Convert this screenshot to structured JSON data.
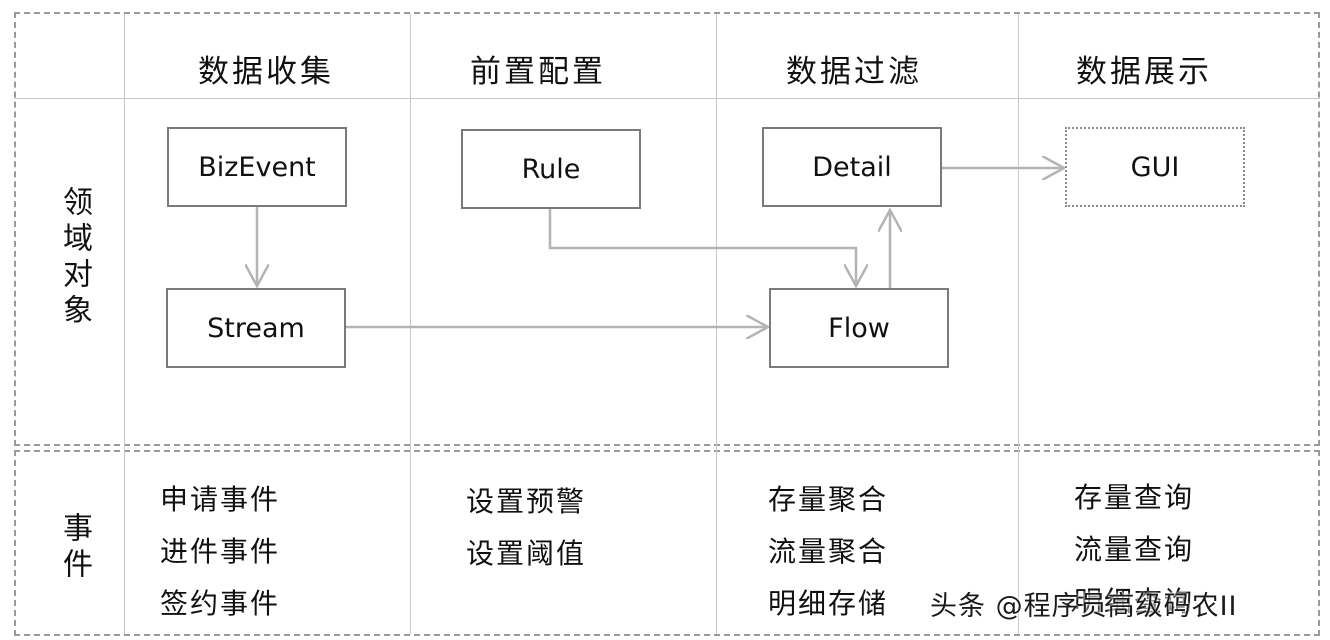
{
  "columns": [
    "数据收集",
    "前置配置",
    "数据过滤",
    "数据展示"
  ],
  "rows": {
    "domain_objects": "领域对象",
    "events": "事件"
  },
  "nodes": {
    "bizevent": "BizEvent",
    "stream": "Stream",
    "rule": "Rule",
    "detail": "Detail",
    "flow": "Flow",
    "gui": "GUI"
  },
  "events": {
    "collect": [
      "申请事件",
      "进件事件",
      "签约事件"
    ],
    "config": [
      "设置预警",
      "设置阈值"
    ],
    "filter": [
      "存量聚合",
      "流量聚合",
      "明细存储"
    ],
    "display": [
      "存量查询",
      "流量查询",
      "明细查询"
    ]
  },
  "edges": [
    {
      "from": "BizEvent",
      "to": "Stream"
    },
    {
      "from": "Stream",
      "to": "Flow"
    },
    {
      "from": "Rule",
      "to": "Flow"
    },
    {
      "from": "Flow",
      "to": "Detail"
    },
    {
      "from": "Detail",
      "to": "GUI"
    }
  ],
  "watermark": "头条 @程序员高级码农II",
  "colors": {
    "arrow": "#b4b4b4",
    "box_border": "#7a7a7a",
    "frame": "#9a9a9a"
  }
}
